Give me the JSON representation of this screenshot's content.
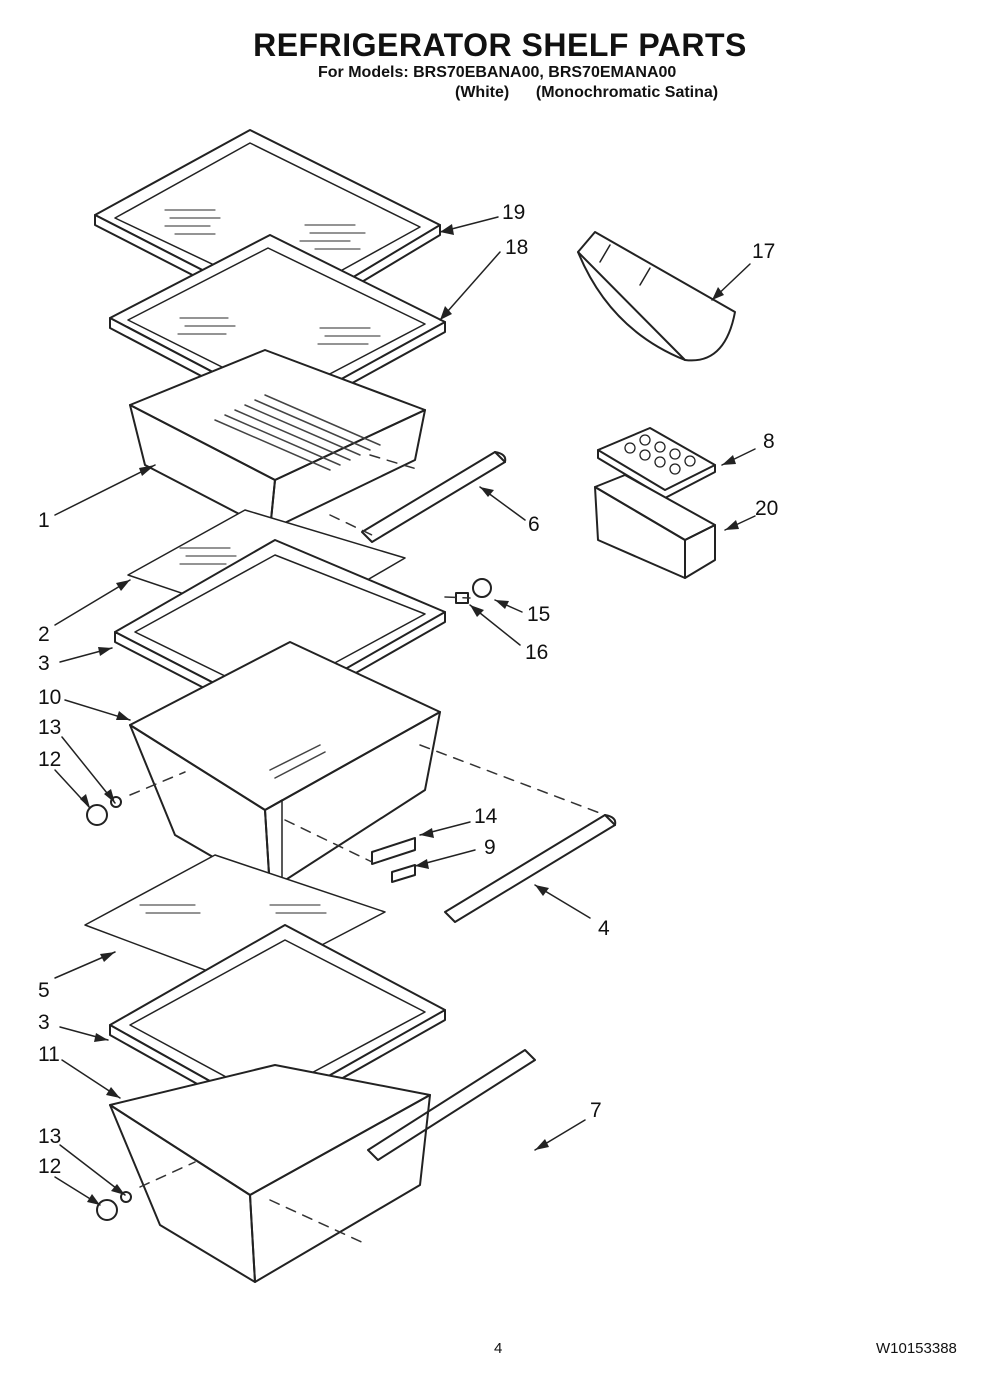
{
  "header": {
    "title": "REFRIGERATOR SHELF PARTS",
    "models": "For Models: BRS70EBANA00, BRS70EMANA00",
    "colors": "(White)      (Monochromatic Satina)"
  },
  "callouts": [
    "19",
    "18",
    "17",
    "1",
    "6",
    "8",
    "20",
    "2",
    "15",
    "3",
    "16",
    "10",
    "13",
    "12",
    "14",
    "9",
    "4",
    "5",
    "3",
    "11",
    "7",
    "13",
    "12"
  ],
  "footer": {
    "page_number": "4",
    "document_number": "W10153388"
  }
}
